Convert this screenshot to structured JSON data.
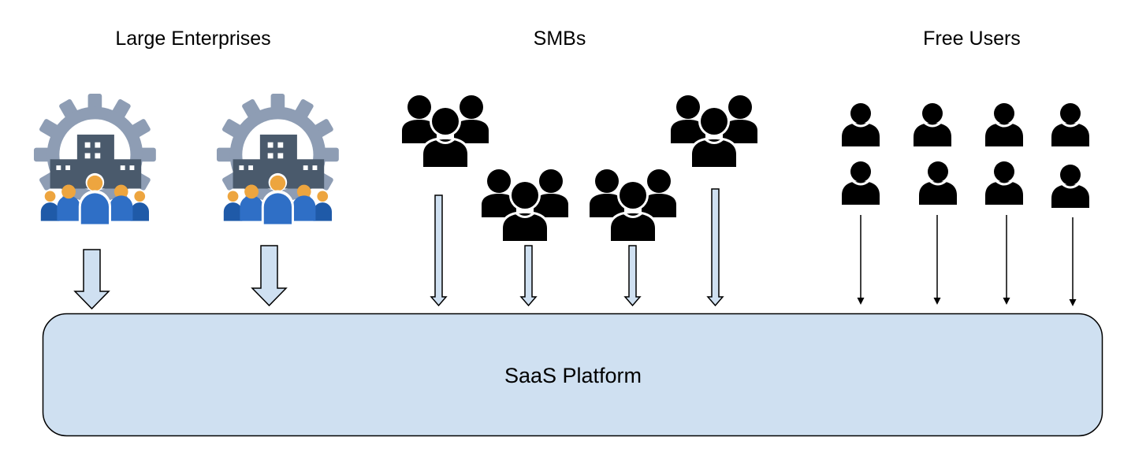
{
  "sections": {
    "large_enterprises": "Large Enterprises",
    "smbs": "SMBs",
    "free_users": "Free Users"
  },
  "platform": {
    "label": "SaaS Platform"
  },
  "icons": {
    "enterprise": "enterprise-building-gear-icon",
    "smb": "user-group-icon",
    "free_user": "single-user-icon"
  },
  "colors": {
    "platform_fill": "#cfe0f1",
    "hollow_arrow_fill": "#cfe0f1",
    "gear": "#8e9db4",
    "building": "#4a5a6c",
    "people_blue": "#2f6fc6",
    "people_dark_blue": "#1f5aa8",
    "people_orange": "#eda53f"
  }
}
